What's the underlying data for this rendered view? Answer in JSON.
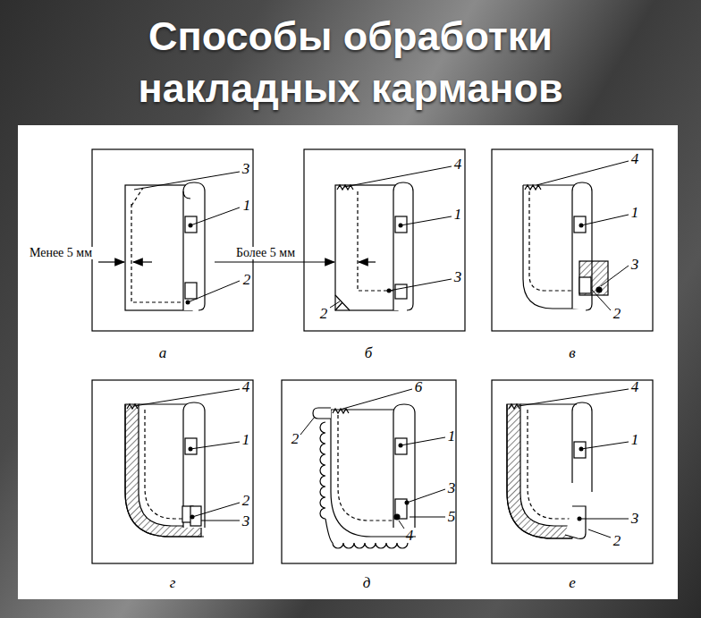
{
  "diagram": {
    "title": "Способы обработки накладных карманов",
    "labels": [
      "3",
      "1",
      "2",
      "Менее 5 мм",
      "а",
      "4",
      "1",
      "Более 5 мм",
      "3",
      "2",
      "б",
      "4",
      "1",
      "3",
      "2",
      "в",
      "4",
      "1",
      "2",
      "3",
      "г",
      "6",
      "2",
      "1",
      "3",
      "5",
      "4",
      "д",
      "4",
      "1",
      "3",
      "2",
      "е"
    ]
  }
}
